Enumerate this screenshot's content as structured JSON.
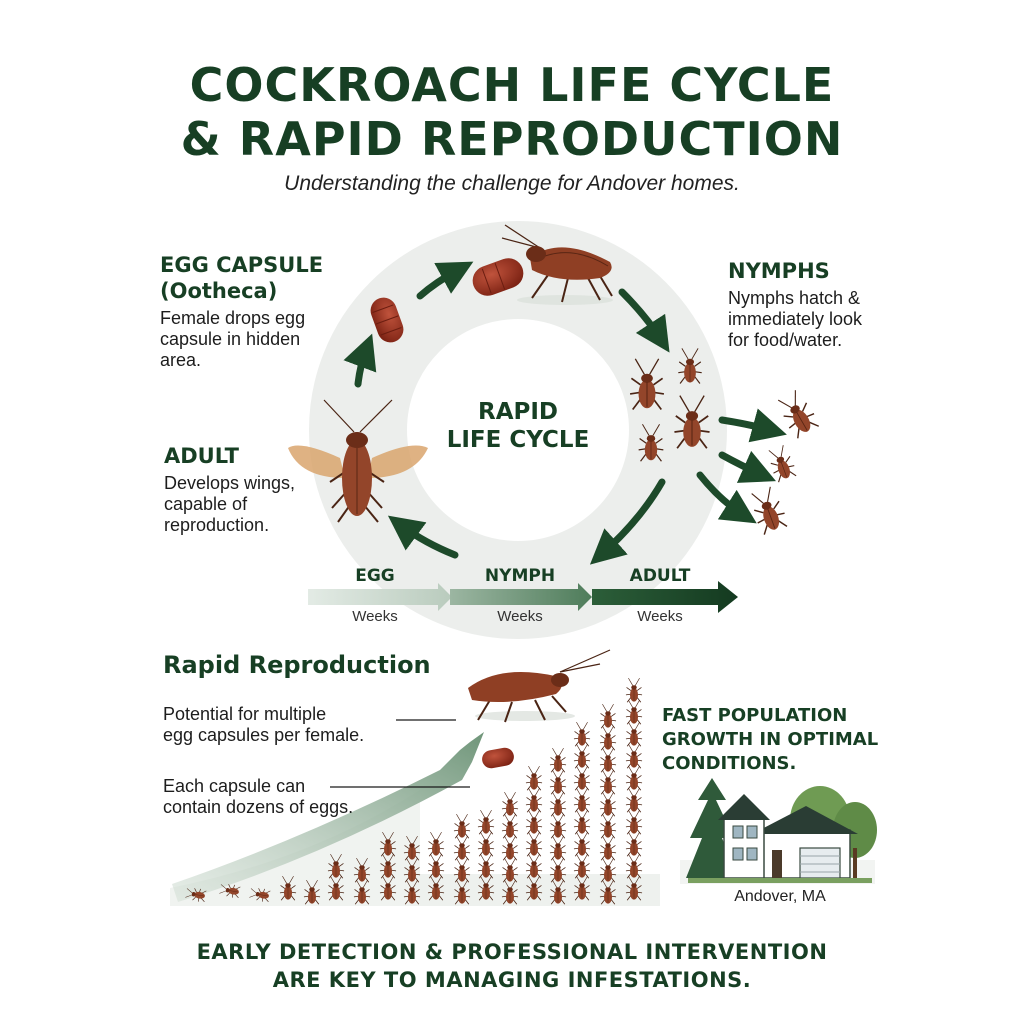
{
  "header": {
    "title_line1": "COCKROACH LIFE CYCLE",
    "title_line2": "& RAPID REPRODUCTION",
    "subtitle": "Understanding the challenge for Andover homes."
  },
  "cycle": {
    "center_line1": "RAPID",
    "center_line2": "LIFE CYCLE",
    "egg_capsule": {
      "title_line1": "EGG CAPSULE",
      "title_line2": "(Ootheca)",
      "desc_line1": "Female drops egg",
      "desc_line2": "capsule in hidden",
      "desc_line3": "area."
    },
    "nymphs": {
      "title": "NYMPHS",
      "desc_line1": "Nymphs hatch &",
      "desc_line2": "immediately look",
      "desc_line3": "for food/water."
    },
    "adult": {
      "title": "ADULT",
      "desc_line1": "Develops wings,",
      "desc_line2": "capable of",
      "desc_line3": "reproduction."
    }
  },
  "timeline": [
    {
      "label": "EGG",
      "duration": "Weeks",
      "color": "#c9d6cc"
    },
    {
      "label": "NYMPH",
      "duration": "Weeks",
      "color": "#5e8a68"
    },
    {
      "label": "ADULT",
      "duration": "Weeks",
      "color": "#1d4a2a"
    }
  ],
  "reproduction": {
    "heading": "Rapid Reproduction",
    "point1_line1": "Potential for multiple",
    "point1_line2": "egg capsules per female.",
    "point2_line1": "Each capsule can",
    "point2_line2": "contain dozens of eggs.",
    "growth_line1": "FAST POPULATION",
    "growth_line2": "GROWTH IN OPTIMAL",
    "growth_line3": "CONDITIONS.",
    "location": "Andover, MA"
  },
  "footer": {
    "line1": "EARLY DETECTION & PROFESSIONAL INTERVENTION",
    "line2": "ARE KEY TO MANAGING INFESTATIONS."
  },
  "colors": {
    "brand_green": "#173f24",
    "arrow_green": "#1d4a2a",
    "roach_brown": "#8a3b22",
    "capsule_red": "#8f2e1e",
    "ring_gray": "#eceeec"
  }
}
